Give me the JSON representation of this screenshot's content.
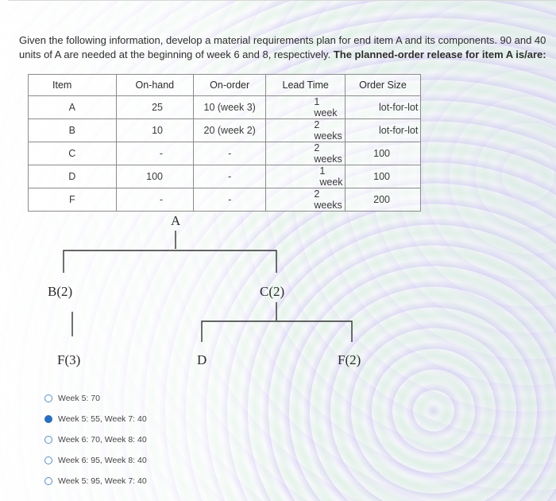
{
  "question": {
    "text": "Given the following information, develop a material requirements plan for end item A and its components. 90 and 40 units of A are needed at the beginning of week 6 and 8, respectively. ",
    "bold_text": "The planned-order release for item A is/are:"
  },
  "table": {
    "headers": [
      "Item",
      "On-hand",
      "On-order",
      "Lead Time",
      "Order Size"
    ],
    "rows": [
      [
        "A",
        "25",
        "10 (week 3)",
        "1 week",
        "lot-for-lot"
      ],
      [
        "B",
        "10",
        "20 (week 2)",
        "2 weeks",
        "lot-for-lot"
      ],
      [
        "C",
        "-",
        "-",
        "2 weeks",
        "100"
      ],
      [
        "D",
        "100",
        "-",
        "1 week",
        "100"
      ],
      [
        "F",
        "-",
        "-",
        "2 weeks",
        "200"
      ]
    ]
  },
  "tree": {
    "root": "A",
    "b": "B(2)",
    "c": "C(2)",
    "f_under_b": "F(3)",
    "d": "D",
    "f_under_c": "F(2)"
  },
  "options": [
    {
      "label": "Week 5: 70",
      "selected": false
    },
    {
      "label": "Week 5: 55, Week 7: 40",
      "selected": true
    },
    {
      "label": "Week 6: 70, Week 8: 40",
      "selected": false
    },
    {
      "label": "Week 6: 95, Week 8: 40",
      "selected": false
    },
    {
      "label": "Week 5: 95, Week 7: 40",
      "selected": false
    }
  ],
  "colors": {
    "radio_selected": "#2a6fbe",
    "table_border": "#8b8b8b"
  }
}
